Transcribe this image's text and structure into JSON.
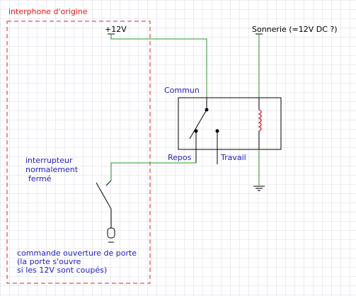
{
  "labels": {
    "intercom_title": "interphone d'origine",
    "supply": "+12V",
    "bell": "Sonnerie (=12V DC ?)",
    "common": "Commun",
    "rest": "Repos",
    "work": "Travail",
    "switch_line1": "interrupteur",
    "switch_line2": "normalement",
    "switch_line3": "fermé",
    "door_line1": "commande ouverture de porte",
    "door_line2": "(la porte s'ouvre",
    "door_line3": "si les 12V sont coupés)"
  },
  "colors": {
    "background": "#ffffff",
    "grid": "#d9d9e6",
    "intercom_border": "#e02020",
    "intercom_label": "#e02020",
    "wire": "#2a9a2a",
    "component": "#000000",
    "relay_label": "#2020c0",
    "annotation": "#2020c0",
    "coil": "#e03030",
    "bell_label": "#000000"
  }
}
